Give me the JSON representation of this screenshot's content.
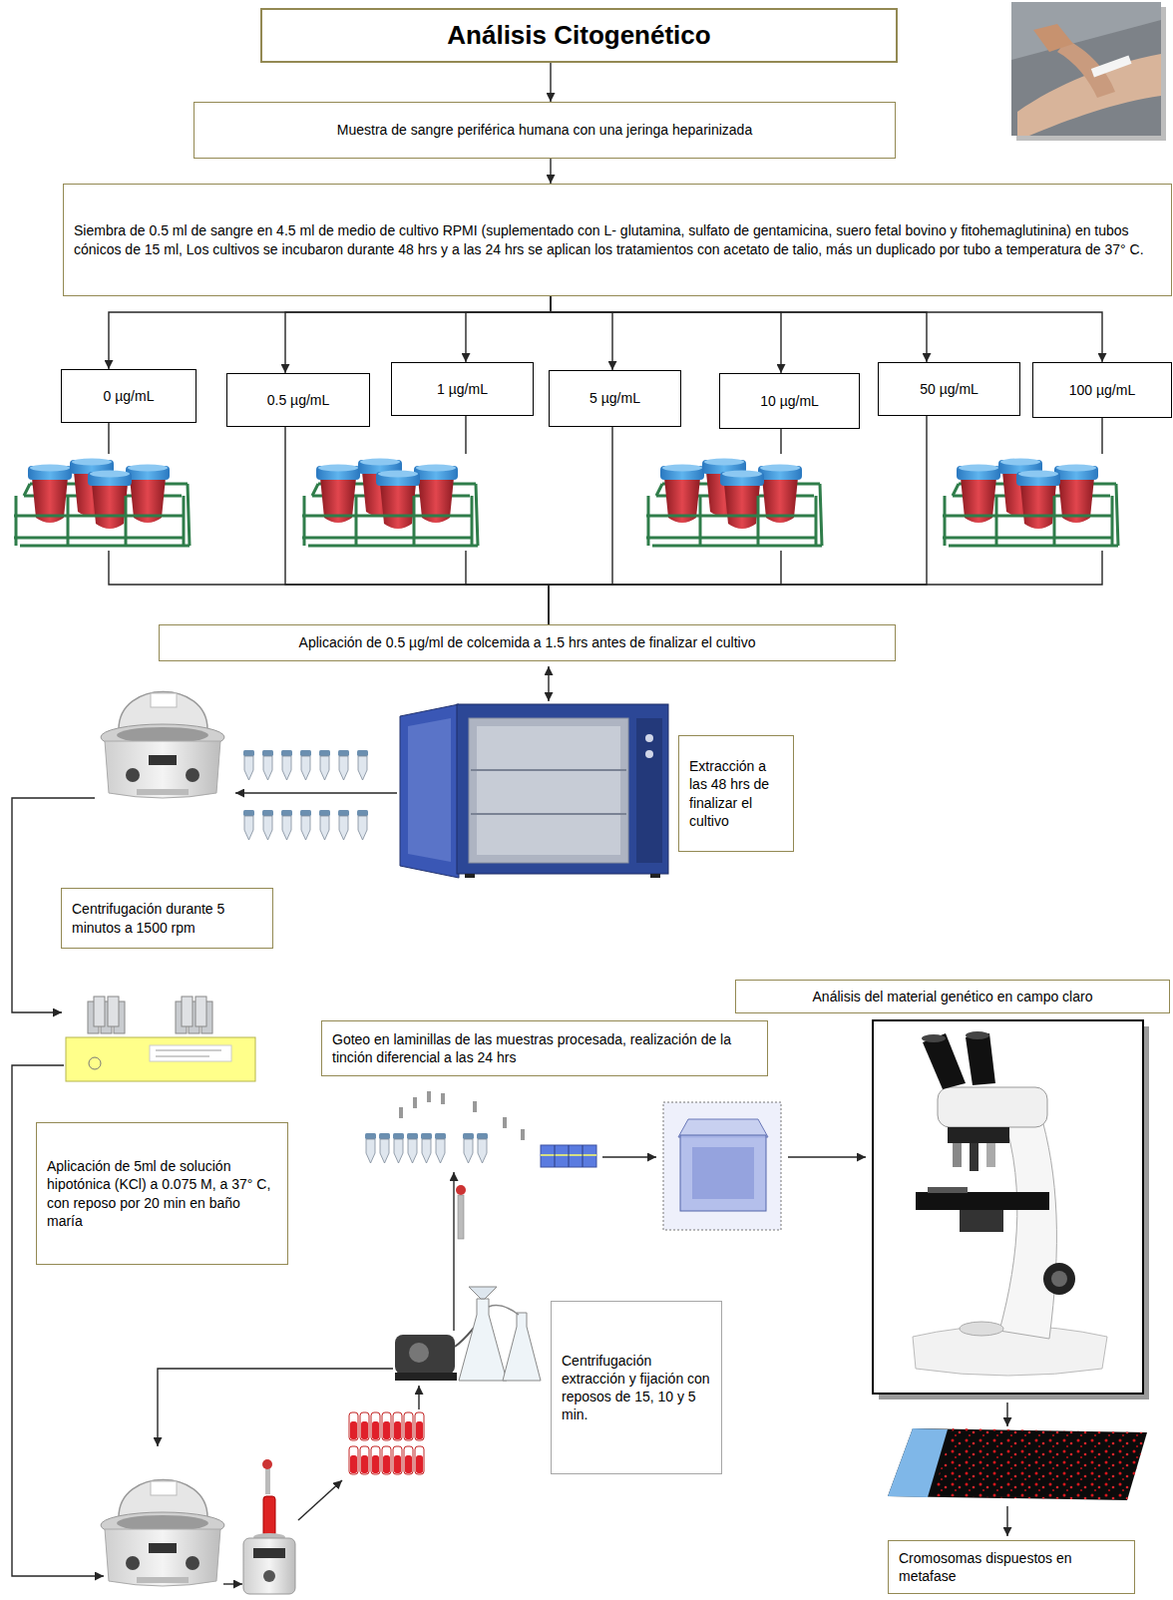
{
  "diagram": {
    "nodes": [
      {
        "text": [
          "Análisis Citogenético"
        ]
      },
      {
        "text": [
          "Muestra de sangre periférica humana con una jeringa heparinizada"
        ]
      },
      {
        "text": [
          "Siembra de 0.5 ml de sangre en 4.5 ml de medio de cultivo RPMI (suplementado con L- glutamina, sulfato de gentamicina, suero fetal bovino y fitohemaglutinina) en tubos cónicos de 15 ml, Los cultivos se incubaron durante 48 hrs y a las 24 hrs se aplican los tratamientos con acetato de talio, más un duplicado por tubo a temperatura de 37° C."
        ]
      },
      {
        "text": [
          "0 µg/mL"
        ]
      },
      {
        "text": [
          "0.5 µg/mL"
        ]
      },
      {
        "text": [
          "1 µg/mL"
        ]
      },
      {
        "text": [
          "5 µg/mL"
        ]
      },
      {
        "text": [
          "10 µg/mL"
        ]
      },
      {
        "text": [
          "50 µg/mL"
        ]
      },
      {
        "text": [
          "100 µg/mL"
        ]
      },
      {
        "text": [
          "Aplicación de 0.5 µg/ml de colcemida a 1.5 hrs antes de finalizar el cultivo"
        ]
      },
      {
        "text": [
          "Extracción a las 48 hrs de finalizar el cultivo"
        ]
      },
      {
        "text": [
          "Centrifugación durante 5 minutos a 1500 rpm"
        ]
      },
      {
        "text": [
          "Aplicación de 5ml de solución hipotónica (KCl) a 0.075 M, a 37° C, con reposo por 20 min en baño maría"
        ]
      },
      {
        "text": [
          "Goteo en laminillas de las muestras procesada, realización de la tinción diferencial a las 24 hrs"
        ]
      },
      {
        "text": [
          "Centrifugación extracción y fijación con reposos de 15, 10 y 5 min."
        ]
      },
      {
        "text": [
          "Análisis del material genético en campo claro"
        ]
      },
      {
        "text": [
          "Cromosomas dispuestos en metafase"
        ]
      }
    ],
    "edges": [
      {
        "from": 0,
        "to": 1,
        "arrow": "to"
      },
      {
        "from": 1,
        "to": 2,
        "arrow": "to"
      },
      {
        "from": 2,
        "to": 3,
        "arrow": "to"
      },
      {
        "from": 2,
        "to": 4,
        "arrow": "to"
      },
      {
        "from": 2,
        "to": 5,
        "arrow": "to"
      },
      {
        "from": 2,
        "to": 6,
        "arrow": "to"
      },
      {
        "from": 2,
        "to": 7,
        "arrow": "to"
      },
      {
        "from": 2,
        "to": 8,
        "arrow": "to"
      },
      {
        "from": 2,
        "to": 9,
        "arrow": "to"
      },
      {
        "from": 3,
        "to": 10,
        "arrow": "none"
      },
      {
        "from": 4,
        "to": 10,
        "arrow": "none"
      },
      {
        "from": 5,
        "to": 10,
        "arrow": "none"
      },
      {
        "from": 6,
        "to": 10,
        "arrow": "none"
      },
      {
        "from": 7,
        "to": 10,
        "arrow": "none"
      },
      {
        "from": 8,
        "to": 10,
        "arrow": "none"
      },
      {
        "from": 9,
        "to": 10,
        "arrow": "none"
      }
    ]
  }
}
